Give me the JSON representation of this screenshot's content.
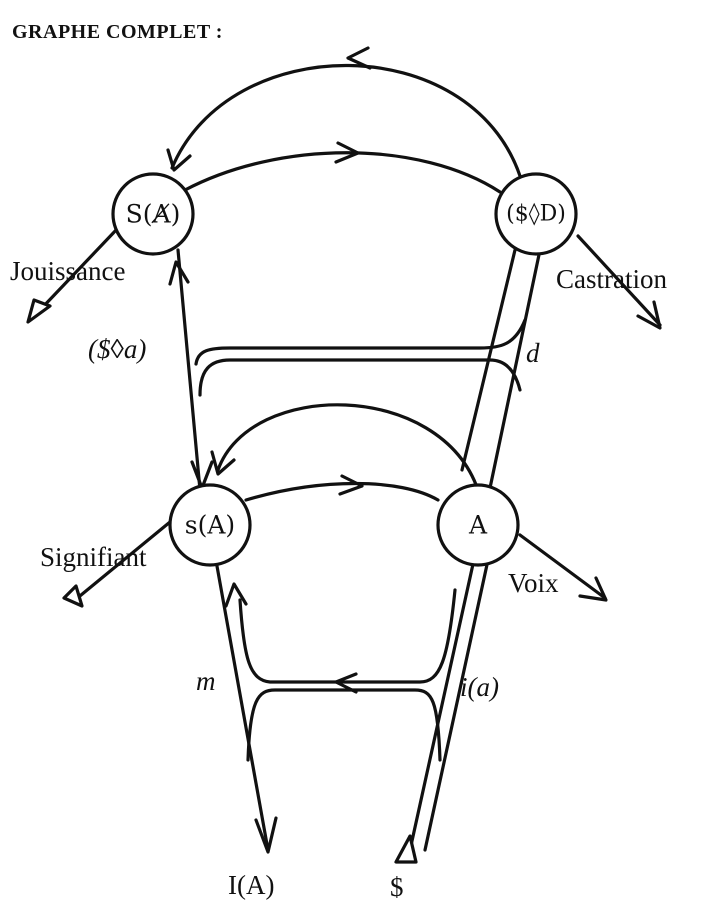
{
  "title": "GRAPHE COMPLET :",
  "nodes": {
    "upper_left": "S(A̸)",
    "upper_right": "($◊D)",
    "lower_left": "s(A)",
    "lower_right": "A"
  },
  "labels": {
    "jouissance": "Jouissance",
    "castration": "Castration",
    "fantasy": "($◊a)",
    "desire": "d",
    "signifiant": "Signifiant",
    "voix": "Voix",
    "moi": "m",
    "image": "i(a)",
    "ideal": "I(A)",
    "subject": "$"
  }
}
